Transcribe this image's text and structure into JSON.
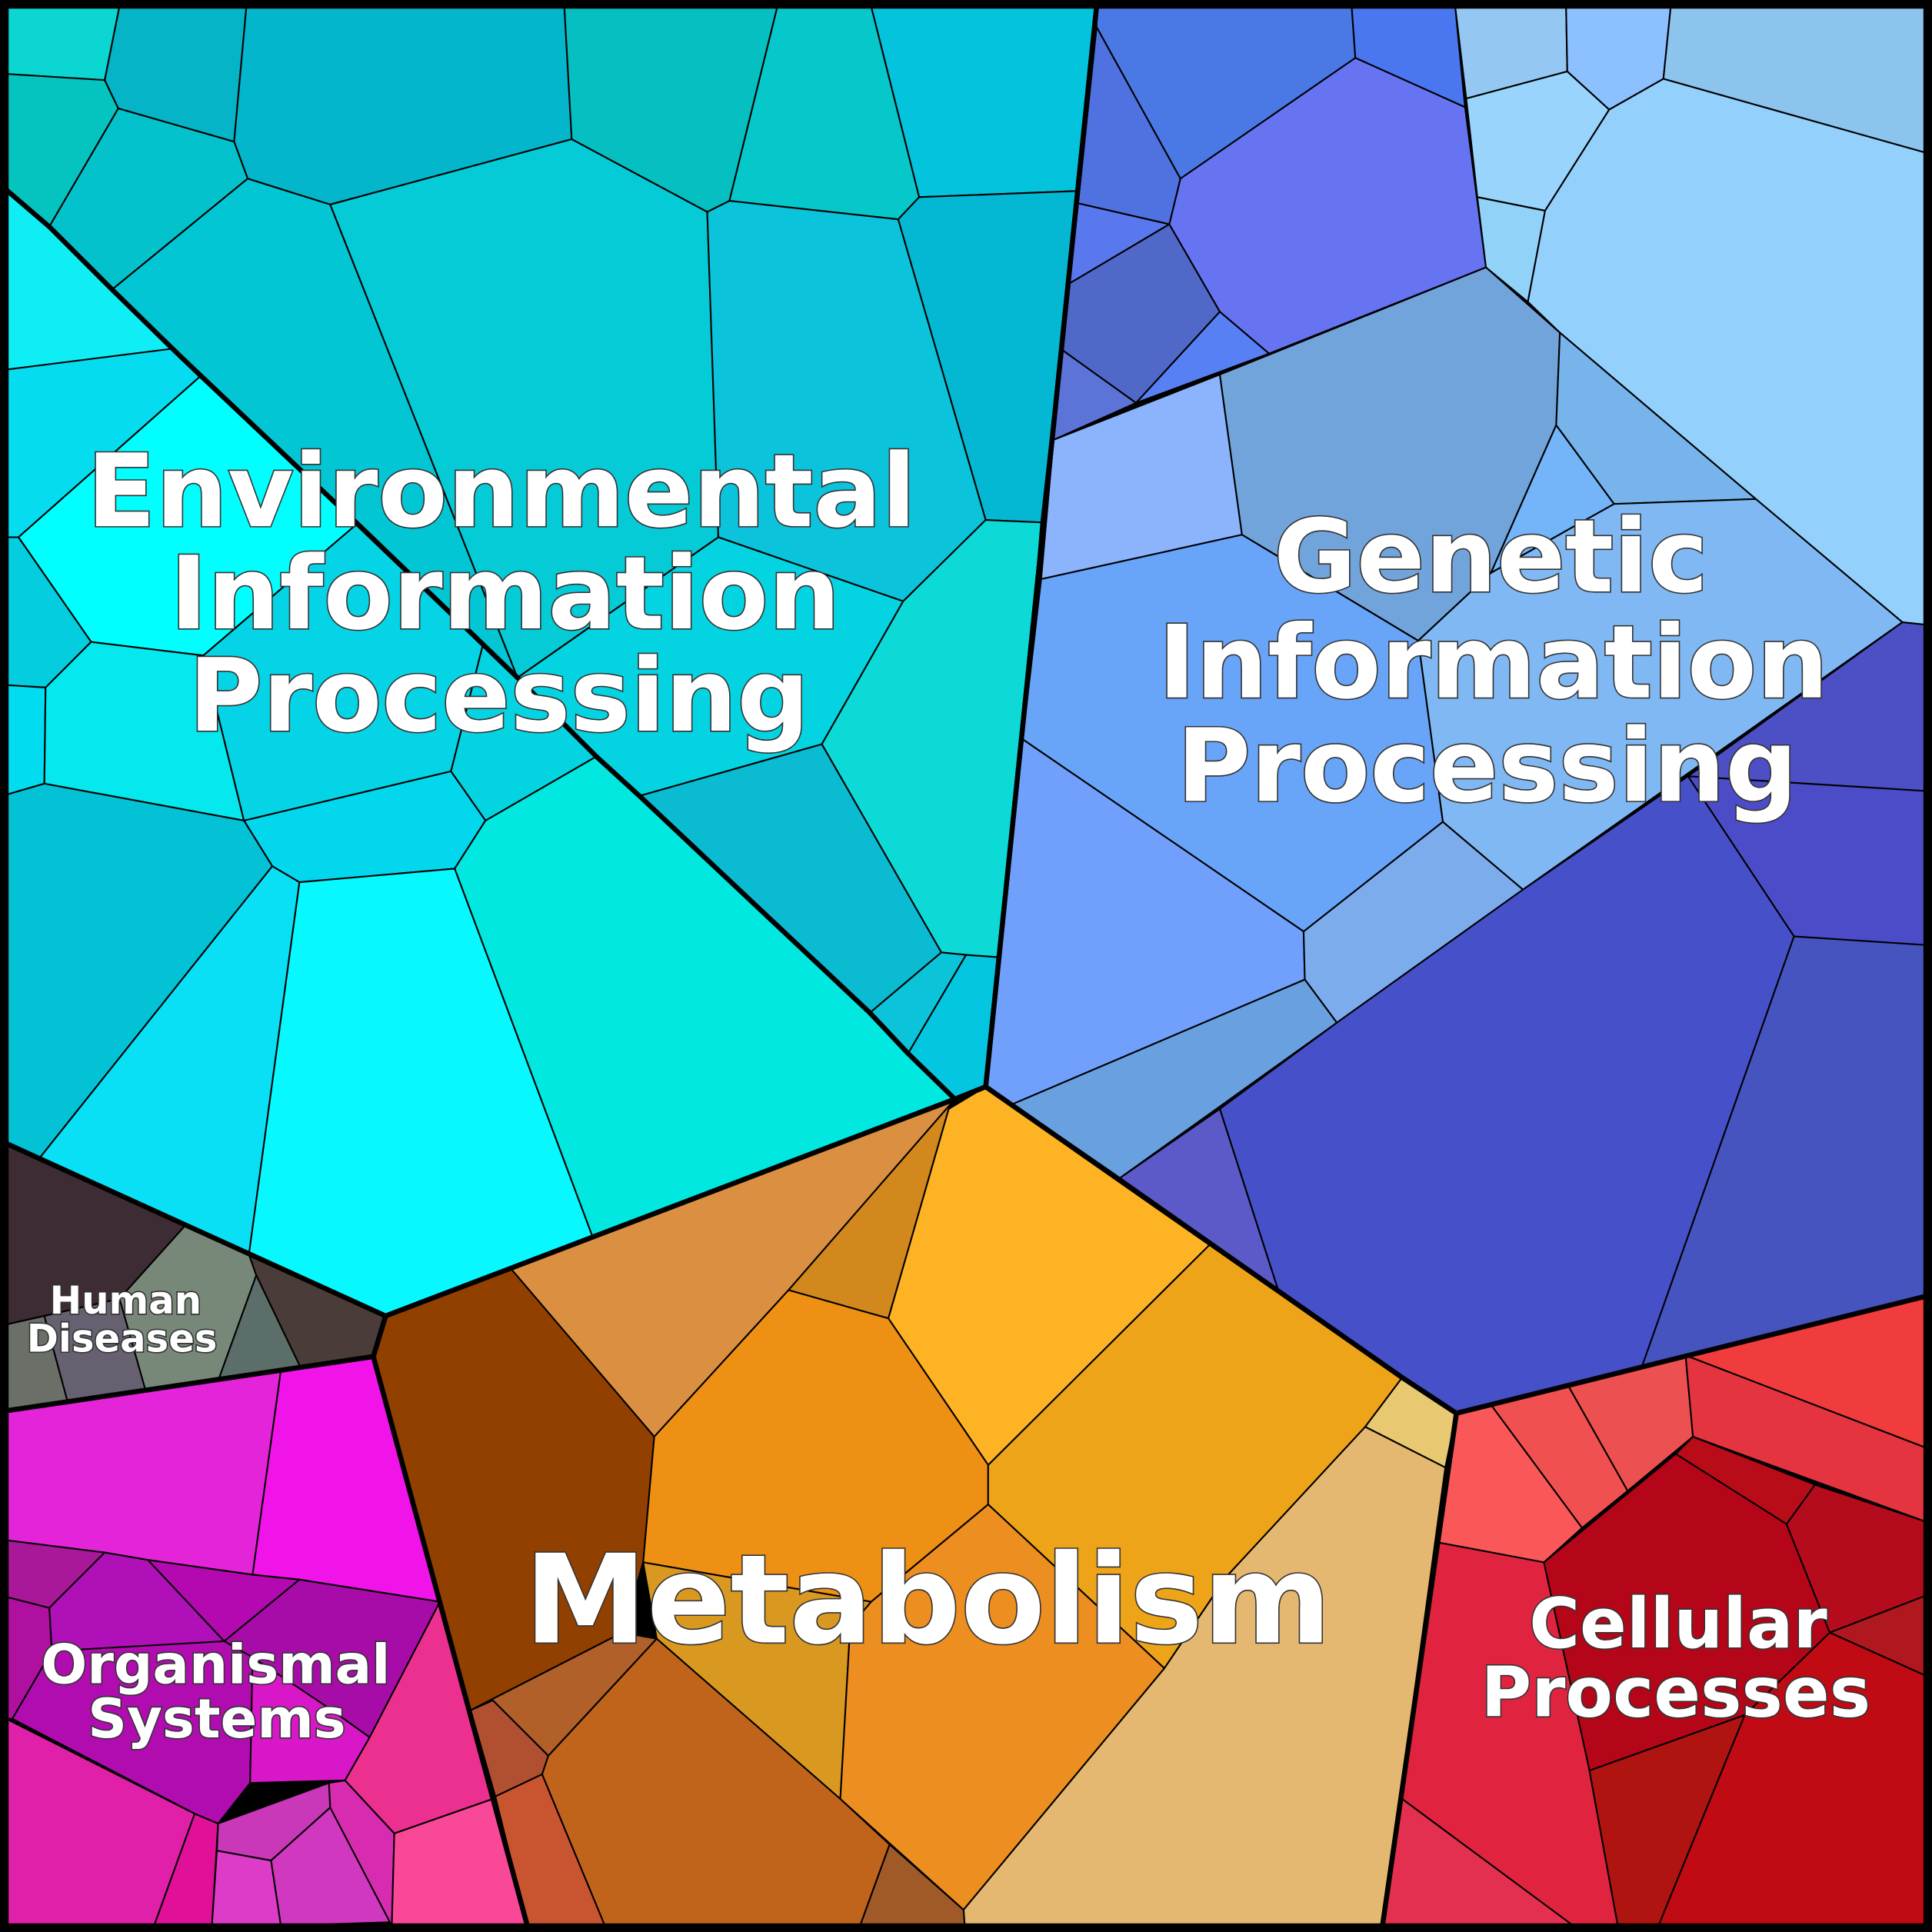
{
  "diagram": {
    "type": "voronoi-treemap",
    "regions": [
      {
        "id": "environmental",
        "label_lines": [
          "Environmental",
          "Information",
          "Processing"
        ],
        "color": "#04cbd6"
      },
      {
        "id": "genetic",
        "label_lines": [
          "Genetic",
          "Information",
          "Processing"
        ],
        "color": "#6a9ef0"
      },
      {
        "id": "metabolism",
        "label_lines": [
          "Metabolism"
        ],
        "color": "#ee9a20"
      },
      {
        "id": "human-diseases",
        "label_lines": [
          "Human",
          "Diseases"
        ],
        "color": "#5b5e58"
      },
      {
        "id": "organismal",
        "label_lines": [
          "Organismal",
          "Systems"
        ],
        "color": "#d020c0"
      },
      {
        "id": "cellular",
        "label_lines": [
          "Cellular",
          "Processes"
        ],
        "color": "#d81830"
      }
    ]
  }
}
